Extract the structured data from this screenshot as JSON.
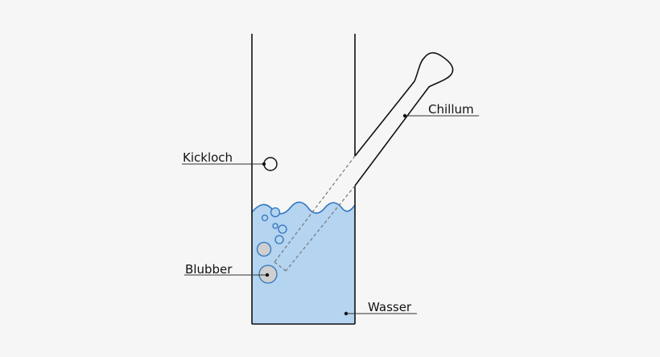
{
  "labels": {
    "kickloch": "Kickloch",
    "chillum": "Chillum",
    "blubber": "Blubber",
    "wasser": "Wasser"
  },
  "colors": {
    "background": "#f6f6f6",
    "water_fill": "#b4d4f0",
    "water_line": "#2f74c0",
    "bubble_fill": "#cfcfcf",
    "bubble_fill_light": "#b4d4f0",
    "outline": "#111111",
    "hidden_edge": "#777777"
  }
}
